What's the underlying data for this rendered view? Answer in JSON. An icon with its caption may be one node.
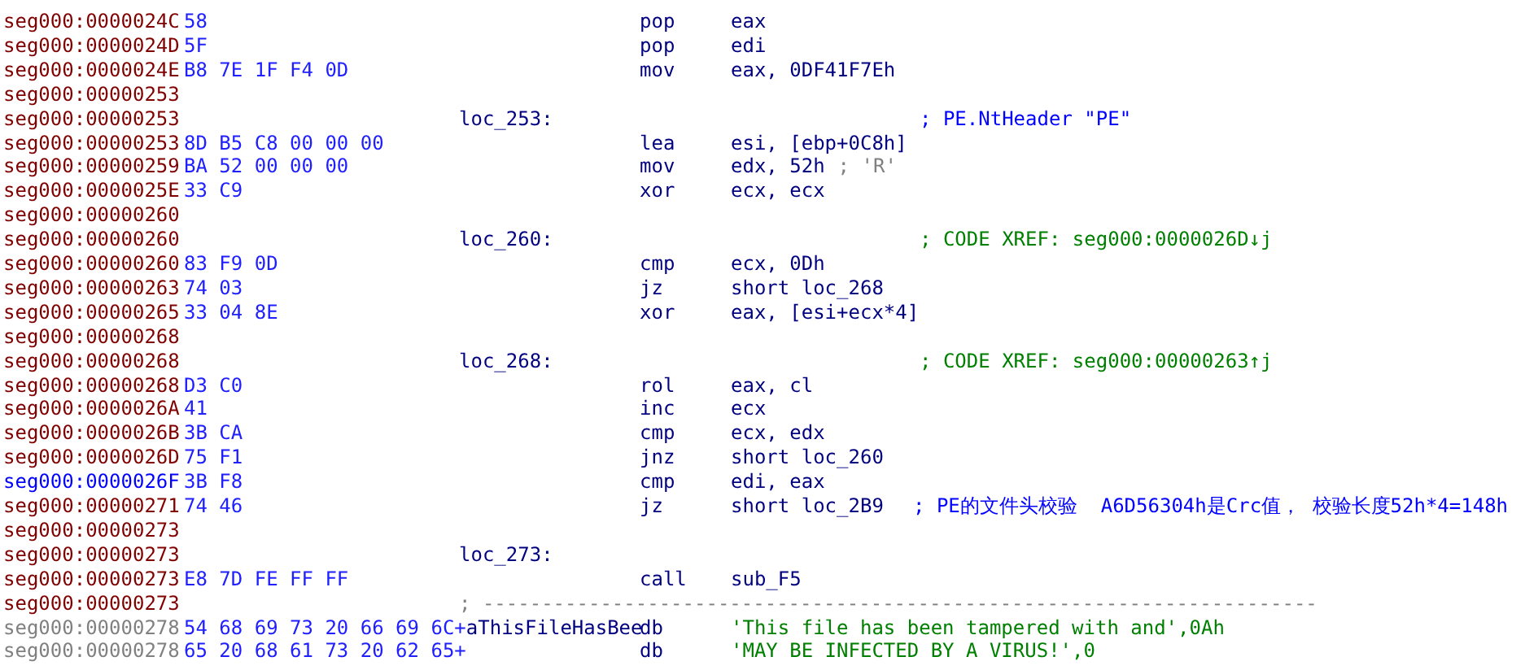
{
  "diagram": {
    "labels": [
      "seg000:0000024C",
      "58",
      "pop",
      "eax",
      "seg000:0000024D",
      "5F",
      "pop",
      "edi",
      "seg000:0000024E",
      "B8 7E 1F F4 0D",
      "mov",
      "eax, 0DF41F7Eh",
      "seg000:00000253",
      "seg000:00000253",
      "loc_253:",
      "; PE.NtHeader \"PE\"",
      "seg000:00000253",
      "8D B5 C8 00 00 00",
      "lea",
      "esi, [ebp+0C8h]",
      "seg000:00000259",
      "BA 52 00 00 00",
      "mov",
      "edx, 52h",
      "; 'R'",
      "seg000:0000025E",
      "33 C9",
      "xor",
      "ecx, ecx",
      "seg000:00000260",
      "seg000:00000260",
      "loc_260:",
      "; CODE XREF: seg000:0000026D↓j",
      "seg000:00000260",
      "83 F9 0D",
      "cmp",
      "ecx, 0Dh",
      "seg000:00000263",
      "74 03",
      "jz",
      "short loc_268",
      "seg000:00000265",
      "33 04 8E",
      "xor",
      "eax, [esi+ecx*4]",
      "seg000:00000268",
      "seg000:00000268",
      "loc_268:",
      "; CODE XREF: seg000:00000263↑j",
      "seg000:00000268",
      "D3 C0",
      "rol",
      "eax, cl",
      "seg000:0000026A",
      "41",
      "inc",
      "ecx",
      "seg000:0000026B",
      "3B CA",
      "cmp",
      "ecx, edx",
      "seg000:0000026D",
      "75 F1",
      "jnz",
      "short loc_260",
      "seg000:0000026F",
      "3B F8",
      "cmp",
      "edi, eax",
      "seg000:00000271",
      "74 46",
      "jz",
      "short loc_2B9",
      "; PE的文件头校验  A6D56304h是Crc值， 校验长度52h*4=148h",
      "seg000:00000273",
      "seg000:00000273",
      "loc_273:",
      "seg000:00000273",
      "E8 7D FE FF FF",
      "call",
      "sub_F5",
      "seg000:00000273",
      "; -----------------------------------------------------------------------",
      "seg000:00000278",
      "54 68 69 73 20 66 69 6C+",
      "aThisFileHasBee",
      "db",
      "'This file has been tampered with and',0Ah",
      "seg000:00000278",
      "65 20 68 61 73 20 62 65+",
      "db",
      "'MAY BE INFECTED BY A VIRUS!',0"
    ]
  }
}
